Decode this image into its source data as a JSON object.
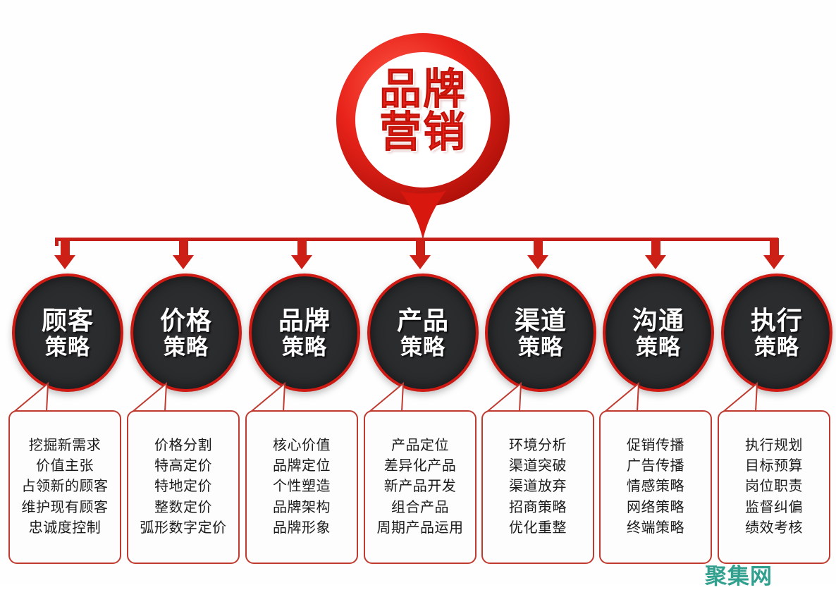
{
  "center": {
    "title_line1": "品牌",
    "title_line2": "营销",
    "shape": "map-pin-marker",
    "accent_color": "#e8201a"
  },
  "colors": {
    "red": "#cc1f16",
    "circle_fill": "#2b2c2e",
    "box_border": "#c03a2f",
    "watermark": "#31a08f",
    "background": "#ffffff"
  },
  "nodes": [
    {
      "line1": "顾客",
      "line2": "策略",
      "details": [
        "挖掘新需求",
        "价值主张",
        "占领新的顾客",
        "维护现有顾客",
        "忠诚度控制"
      ]
    },
    {
      "line1": "价格",
      "line2": "策略",
      "details": [
        "价格分割",
        "特高定价",
        "特地定价",
        "整数定价",
        "弧形数字定价"
      ]
    },
    {
      "line1": "品牌",
      "line2": "策略",
      "details": [
        "核心价值",
        "品牌定位",
        "个性塑造",
        "品牌架构",
        "品牌形象"
      ]
    },
    {
      "line1": "产品",
      "line2": "策略",
      "details": [
        "产品定位",
        "差异化产品",
        "新产品开发",
        "组合产品",
        "周期产品运用"
      ]
    },
    {
      "line1": "渠道",
      "line2": "策略",
      "details": [
        "环境分析",
        "渠道突破",
        "渠道放弃",
        "招商策略",
        "优化重整"
      ]
    },
    {
      "line1": "沟通",
      "line2": "策略",
      "details": [
        "促销传播",
        "广告传播",
        "情感策略",
        "网络策略",
        "终端策略"
      ]
    },
    {
      "line1": "执行",
      "line2": "策略",
      "details": [
        "执行规划",
        "目标预算",
        "岗位职责",
        "监督纠偏",
        "绩效考核"
      ]
    }
  ],
  "watermark": {
    "text": "聚集网"
  }
}
